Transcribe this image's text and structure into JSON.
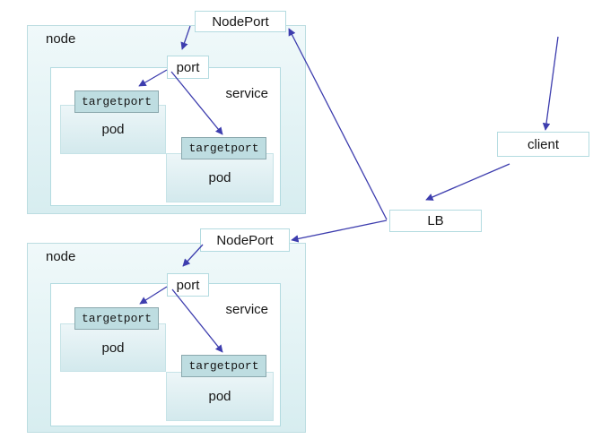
{
  "colors": {
    "background": "#ffffff",
    "text": "#161616",
    "arrow": "#3d3dae",
    "node_fill_top": "#f0f9fa",
    "node_fill_bottom": "#d7edf0",
    "node_border": "#bcdde1",
    "service_border": "#b3dbe0",
    "pod_fill_top": "#edf6f8",
    "pod_fill_bottom": "#d3e9ed",
    "pod_border": "#c6e3e7",
    "targetport_fill": "#bedde1",
    "targetport_border": "#8aa8ad"
  },
  "clusters": [
    {
      "node_label": "node",
      "nodeport_label": "NodePort",
      "port_label": "port",
      "service_label": "service",
      "pods": [
        {
          "targetport_label": "targetport",
          "pod_label": "pod"
        },
        {
          "targetport_label": "targetport",
          "pod_label": "pod"
        }
      ]
    },
    {
      "node_label": "node",
      "nodeport_label": "NodePort",
      "port_label": "port",
      "service_label": "service",
      "pods": [
        {
          "targetport_label": "targetport",
          "pod_label": "pod"
        },
        {
          "targetport_label": "targetport",
          "pod_label": "pod"
        }
      ]
    }
  ],
  "external": {
    "client_label": "client",
    "lb_label": "LB"
  }
}
